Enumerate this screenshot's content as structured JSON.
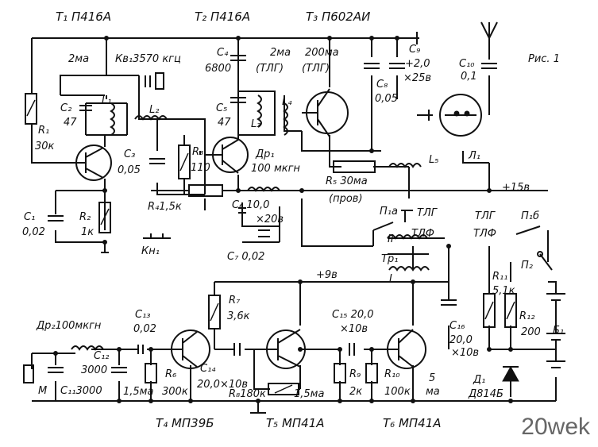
{
  "figure": {
    "caption": "Рис. 1"
  },
  "watermark": "20wek",
  "transistors": {
    "t1": "T₁ П416А",
    "t2": "T₂ П416А",
    "t3": "T₃ П602АИ",
    "t4": "T₄ МП39Б",
    "t5": "T₅ МП41А",
    "t6": "T₆ МП41А"
  },
  "rail_labels": {
    "plus15": "+15в",
    "plus9": "+9в"
  },
  "labels": {
    "i1": "2ма",
    "kv": "Кв₁3570 кгц",
    "c4": "C₄",
    "c4v": "6800",
    "i2": "2ма",
    "i2m": "(ТЛГ)",
    "i3": "200ма",
    "i3m": "(ТЛГ)",
    "c9": "C₉",
    "c9v": "+2,0",
    "c9v2": "×25в",
    "c10": "C₁₀",
    "c10v": "0,1",
    "c8": "C₈",
    "c8v": "0,05",
    "c2": "C₂",
    "c2v": "47",
    "l1": "L₁",
    "l2": "L₂",
    "c5": "C₅",
    "c5v": "47",
    "l3": "L₃",
    "l4": "L₄",
    "r1": "R₁",
    "r1v": "30к",
    "c3": "C₃",
    "c3v": "0,05",
    "r3": "R₃",
    "r3v": "110",
    "dr1": "Др₁",
    "dr1v": "100 мкгн",
    "l5": "L₅",
    "l1lamp": "Л₁",
    "r5": "R₅ 30ма",
    "r5m": "(пров)",
    "r4": "R₄1,5к",
    "c6": "C₆ 10,0",
    "c6v": "×20в",
    "c1": "C₁",
    "c1v": "0,02",
    "r2": "R₂",
    "r2v": "1к",
    "c7": "C₇ 0,02",
    "kn1": "Кн₁",
    "p1a": "П₁а",
    "tlg1": "ТЛГ",
    "tlf1": "ТЛФ",
    "tr1": "Тр₁",
    "tlg2": "ТЛГ",
    "tlf2": "ТЛФ",
    "p1b": "П₁б",
    "p2": "П₂",
    "r11": "R₁₁",
    "r11v": "5,1к",
    "r12": "R₁₂",
    "r12v": "200",
    "b1": "Б₁",
    "dr2": "Др₂100мкгн",
    "c13": "C₁₃",
    "c13v": "0,02",
    "r7": "R₇",
    "r7v": "3,6к",
    "c15": "C₁₅ 20,0",
    "c15v": "×10в",
    "c16": "C₁₆",
    "c16v": "20,0",
    "c16v2": "×10в",
    "c12": "C₁₂",
    "c12v": "3000",
    "c11": "C₁₁3000",
    "i4": "1,5ма",
    "r6": "R₆",
    "r6v": "300к",
    "c14": "C₁₄",
    "c14v": "20,0×10в",
    "r8": "R₈180к",
    "i5": "1,5ма",
    "r9": "R₉",
    "r9v": "2к",
    "r10": "R₁₀",
    "r10v": "100к",
    "i6": "5",
    "i6u": "ма",
    "d1": "Д₁",
    "d1v": "Д814Б",
    "mic": "М",
    "trI": "I",
    "trII": "II"
  }
}
